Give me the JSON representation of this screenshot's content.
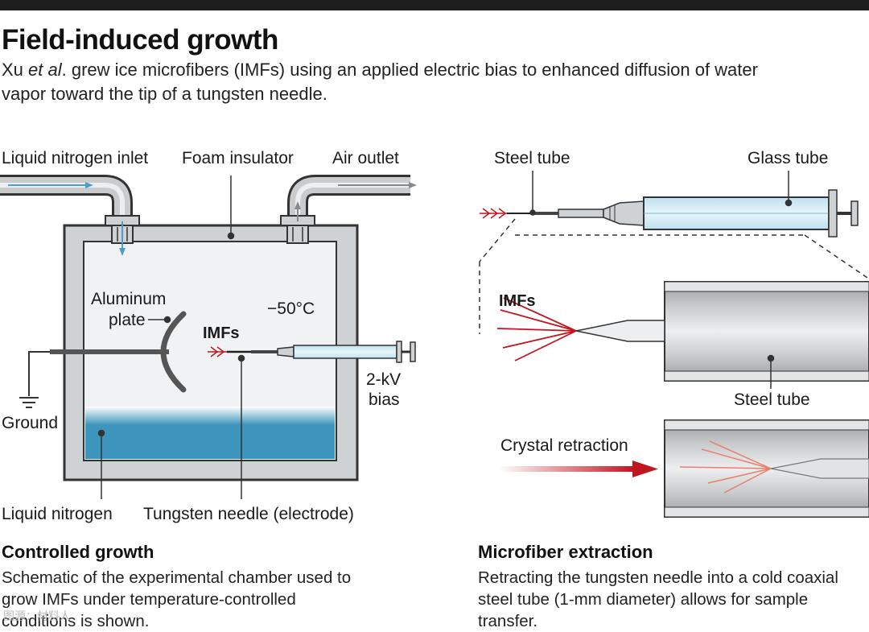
{
  "header": {
    "title": "Field-induced growth",
    "subtitle_author": "Xu ",
    "subtitle_etal": "et al",
    "subtitle_rest": ". grew ice microfibers (IMFs) using an applied electric bias to enhanced diffusion of water vapor toward the tip of a tungsten needle."
  },
  "left_panel": {
    "labels": {
      "inlet": "Liquid nitrogen inlet",
      "insulator": "Foam insulator",
      "outlet": "Air outlet",
      "plate_line1": "Aluminum",
      "plate_line2": "plate",
      "temperature": "−50°C",
      "imfs": "IMFs",
      "bias_line1": "2-kV",
      "bias_line2": "bias",
      "ground": "Ground",
      "liquid_nitrogen": "Liquid nitrogen",
      "needle": "Tungsten needle (electrode)"
    },
    "caption_title": "Controlled growth",
    "caption_body": "Schematic of the experimental chamber used to grow IMFs under temperature-controlled conditions is shown."
  },
  "right_panel": {
    "labels": {
      "steel_tube_top": "Steel tube",
      "glass_tube": "Glass tube",
      "imfs": "IMFs",
      "steel_tube_mid": "Steel tube",
      "crystal_retraction": "Crystal retraction"
    },
    "caption_title": "Microfiber extraction",
    "caption_body": "Retracting the tungsten needle into a cold coaxial steel tube (1-mm diameter) allows for sample transfer."
  },
  "watermark": "图源：材料人",
  "colors": {
    "ice_blue": "#9dd0e4",
    "liquid_nitrogen": "#3d94bc",
    "chamber_gray": "#cfd2d4",
    "microfiber_red": "#c0161f",
    "dark_outline": "#333333"
  }
}
